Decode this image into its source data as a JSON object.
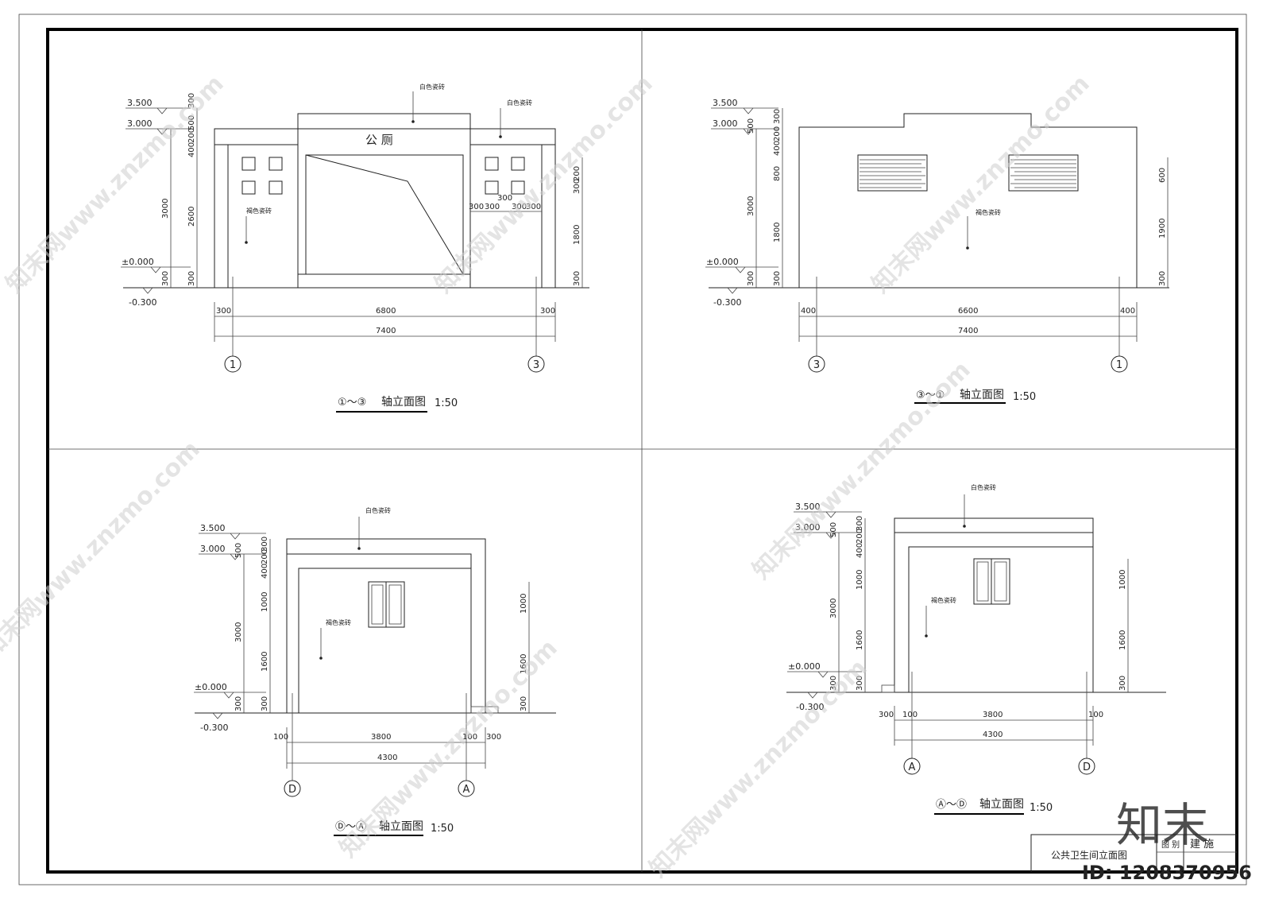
{
  "elev_a": {
    "title_prefix": "①～③",
    "title_text": "轴立面图",
    "scale": "1:50",
    "roof_label": "公 厕",
    "mat_white_1": "白色瓷砖",
    "mat_white_2": "白色瓷砖",
    "mat_brown": "褐色瓷砖",
    "lvl_top": "3.500",
    "lvl_mid": "3.000",
    "lvl_zero": "±0.000",
    "lvl_ground": "-0.300",
    "dim_l1": "300",
    "dim_l2": "500",
    "dim_l3": "200",
    "dim_l4": "400",
    "dim_l5": "3000",
    "dim_l6": "2600",
    "dim_l7": "300",
    "dim_l8": "300",
    "dim_r1": "200",
    "dim_r2": "300",
    "dim_r3": "1800",
    "dim_r4": "300",
    "dim_w1": "300",
    "dim_w2": "300",
    "dim_w3": "300",
    "dim_w4": "300",
    "dim_w5": "300",
    "dim_b1": "300",
    "dim_b2": "6800",
    "dim_b3": "300",
    "dim_total": "7400",
    "axis_left": "1",
    "axis_right": "3"
  },
  "elev_b": {
    "title_prefix": "③～①",
    "title_text": "轴立面图",
    "scale": "1:50",
    "mat_brown": "褐色瓷砖",
    "lvl_top": "3.500",
    "lvl_mid": "3.000",
    "lvl_zero": "±0.000",
    "lvl_ground": "-0.300",
    "dim_l1": "300",
    "dim_l2": "500",
    "dim_l3": "200",
    "dim_l4": "400",
    "dim_l5": "3000",
    "dim_l6": "800",
    "dim_l7": "1800",
    "dim_l8": "300",
    "dim_l9": "300",
    "dim_r1": "600",
    "dim_r2": "1900",
    "dim_r3": "300",
    "dim_b1": "400",
    "dim_b2": "6600",
    "dim_b3": "400",
    "dim_total": "7400",
    "axis_left": "3",
    "axis_right": "1"
  },
  "elev_c": {
    "title_prefix": "Ⓓ～Ⓐ",
    "title_text": "轴立面图",
    "scale": "1:50",
    "mat_white": "白色瓷砖",
    "mat_brown": "褐色瓷砖",
    "lvl_top": "3.500",
    "lvl_mid": "3.000",
    "lvl_zero": "±0.000",
    "lvl_ground": "-0.300",
    "dim_l1": "300",
    "dim_l2": "500",
    "dim_l3": "200",
    "dim_l4": "400",
    "dim_l5": "3000",
    "dim_l6": "1000",
    "dim_l7": "1600",
    "dim_l8": "300",
    "dim_l9": "300",
    "dim_r1": "1000",
    "dim_r2": "1600",
    "dim_r3": "300",
    "dim_b1": "100",
    "dim_b2": "3800",
    "dim_b3": "100",
    "dim_b4": "300",
    "dim_total": "4300",
    "axis_left": "D",
    "axis_right": "A"
  },
  "elev_d": {
    "title_prefix": "Ⓐ～Ⓓ",
    "title_text": "轴立面图",
    "scale": "1:50",
    "mat_white": "白色瓷砖",
    "mat_brown": "褐色瓷砖",
    "lvl_top": "3.500",
    "lvl_mid": "3.000",
    "lvl_zero": "±0.000",
    "lvl_ground": "-0.300",
    "dim_l1": "300",
    "dim_l2": "500",
    "dim_l3": "200",
    "dim_l4": "400",
    "dim_l5": "3000",
    "dim_l6": "1000",
    "dim_l7": "1600",
    "dim_l8": "300",
    "dim_l9": "300",
    "dim_r1": "1000",
    "dim_r2": "1600",
    "dim_r3": "300",
    "dim_b1": "300",
    "dim_b2": "100",
    "dim_b3": "3800",
    "dim_b4": "100",
    "dim_total": "4300",
    "axis_left": "A",
    "axis_right": "D"
  },
  "title_block": {
    "drawing_name": "公共卫生间立面图",
    "sheet_label": "图 别",
    "sheet_value": "建 施"
  },
  "watermark": {
    "text": "知末网www.znzmo.com",
    "logo": "知末",
    "id_text": "ID: 1208370956"
  }
}
